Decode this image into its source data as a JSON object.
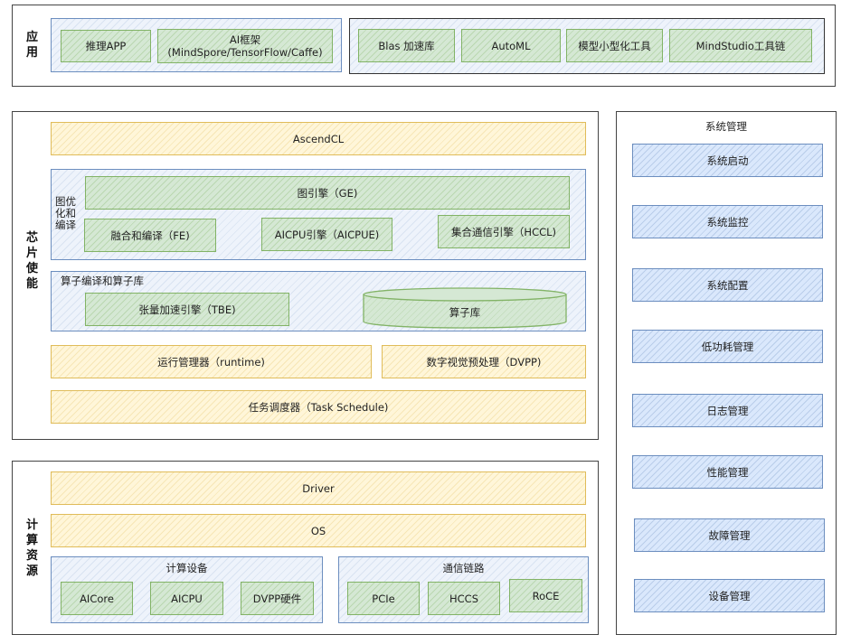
{
  "application": {
    "label": "应用",
    "items_left": [
      "推理APP",
      "AI框架\n(MindSpore/TensorFlow/Caffe)"
    ],
    "items_right": [
      "Blas 加速库",
      "AutoML",
      "模型小型化工具",
      "MindStudio工具链"
    ]
  },
  "chip": {
    "label": "芯片使能",
    "ascendcl": "AscendCL",
    "graph_group": {
      "label": "图优化和编译",
      "ge": "图引擎（GE)",
      "fe": "融合和编译（FE)",
      "aicpue": "AICPU引擎（AICPUE)",
      "hccl": "集合通信引擎（HCCL)"
    },
    "op_group": {
      "title": "算子编译和算子库",
      "tbe": "张量加速引擎（TBE)",
      "oplib": "算子库"
    },
    "runtime": "运行管理器（runtime)",
    "dvpp": "数字视觉预处理（DVPP)",
    "task_schedule": "任务调度器（Task Schedule)"
  },
  "compute": {
    "label": "计算资源",
    "driver": "Driver",
    "os": "OS",
    "devices": {
      "title": "计算设备",
      "items": [
        "AICore",
        "AICPU",
        "DVPP硬件"
      ]
    },
    "links": {
      "title": "通信链路",
      "items": [
        "PCIe",
        "HCCS",
        "RoCE"
      ]
    }
  },
  "system": {
    "title": "系统管理",
    "items": [
      "系统启动",
      "系统监控",
      "系统配置",
      "低功耗管理",
      "日志管理",
      "性能管理",
      "故障管理",
      "设备管理"
    ]
  }
}
